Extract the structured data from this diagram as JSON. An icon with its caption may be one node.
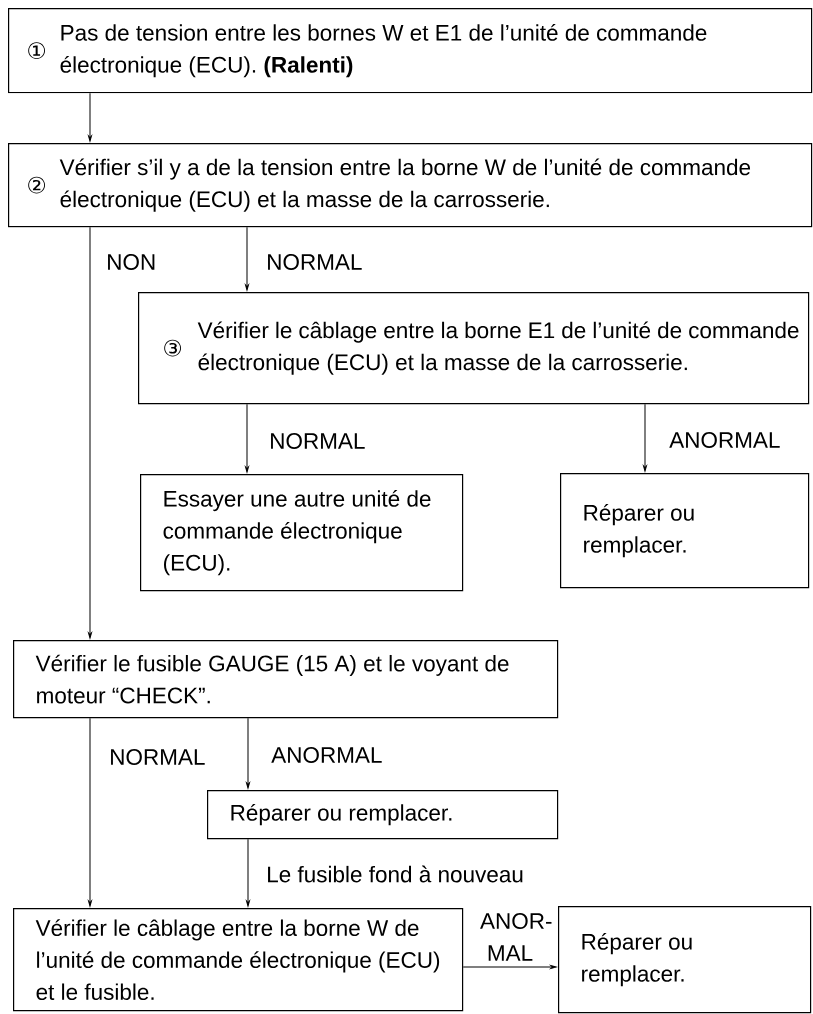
{
  "diagram": {
    "nodes": [
      {
        "text": [
          "①",
          "Pas de tension entre les bornes W et E1 de l’unité de commande électronique (ECU). **(Ralenti)**"
        ]
      },
      {
        "text": [
          "②",
          "Vérifier s’il y a de la tension entre la borne W de l’unité de commande électronique (ECU) et la masse de la carrosserie."
        ]
      },
      {
        "text": [
          "③",
          "Vérifier le câblage entre la borne E1 de l’unité de commande électronique (ECU) et la masse de la carrosserie."
        ]
      },
      {
        "text": [
          "Essayer une autre unité de commande électronique (ECU)."
        ]
      },
      {
        "text": [
          "Réparer ou remplacer."
        ]
      },
      {
        "text": [
          "Vérifier le fusible GAUGE (15 A) et le voyant de moteur “CHECK”."
        ]
      },
      {
        "text": [
          "Réparer ou remplacer."
        ]
      },
      {
        "text": [
          "Vérifier le câblage entre la borne W de l’unité de commande électronique (ECU) et le fusible."
        ]
      },
      {
        "text": [
          "Réparer ou remplacer."
        ]
      }
    ],
    "edges": [
      {
        "from": 0,
        "to": 1,
        "arrow": "to"
      },
      {
        "from": 1,
        "to": 5,
        "arrow": "to",
        "label": "NON"
      },
      {
        "from": 1,
        "to": 2,
        "arrow": "to",
        "label": "NORMAL"
      },
      {
        "from": 2,
        "to": 3,
        "arrow": "to",
        "label": "NORMAL"
      },
      {
        "from": 2,
        "to": 4,
        "arrow": "to",
        "label": "ANORMAL"
      },
      {
        "from": 5,
        "to": 7,
        "arrow": "to",
        "label": "NORMAL"
      },
      {
        "from": 5,
        "to": 6,
        "arrow": "to",
        "label": "ANORMAL"
      },
      {
        "from": 6,
        "to": 7,
        "arrow": "to",
        "label": "Le fusible fond à nouveau"
      },
      {
        "from": 7,
        "to": 8,
        "arrow": "to",
        "label": "ANOR- MAL"
      }
    ]
  }
}
